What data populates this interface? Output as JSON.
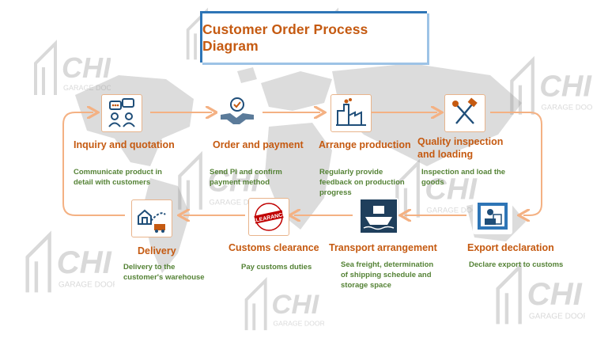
{
  "title": "Customer Order Process Diagram",
  "watermark_text": "CHI GARAGE DOOR",
  "colors": {
    "title": "#c55a11",
    "step_title": "#c55a11",
    "step_desc": "#548235",
    "flow_line": "#f4b183",
    "title_border": "#2e75b6"
  },
  "steps": [
    {
      "title": "Inquiry and quotation",
      "desc": "Communicate product in detail with customers",
      "icon": "chat-people-icon"
    },
    {
      "title": "Order and payment",
      "desc": "Send PI and confirm payment method",
      "icon": "handshake-icon"
    },
    {
      "title": "Arrange production",
      "desc": "Regularly provide feedback on production progress",
      "icon": "factory-icon"
    },
    {
      "title": "Quality inspection and loading",
      "desc": "Inspection and load the goods",
      "icon": "tools-icon"
    },
    {
      "title": "Export declaration",
      "desc": "Declare export to customs",
      "icon": "customs-officer-icon"
    },
    {
      "title": "Transport arrangement",
      "desc": "Sea freight, determination of shipping schedule and storage space",
      "icon": "cargo-ship-icon"
    },
    {
      "title": "Customs clearance",
      "desc": "Pay customs duties",
      "icon": "clearance-stamp-icon"
    },
    {
      "title": "Delivery",
      "desc": "Delivery to the customer's warehouse",
      "icon": "delivery-truck-icon"
    }
  ]
}
